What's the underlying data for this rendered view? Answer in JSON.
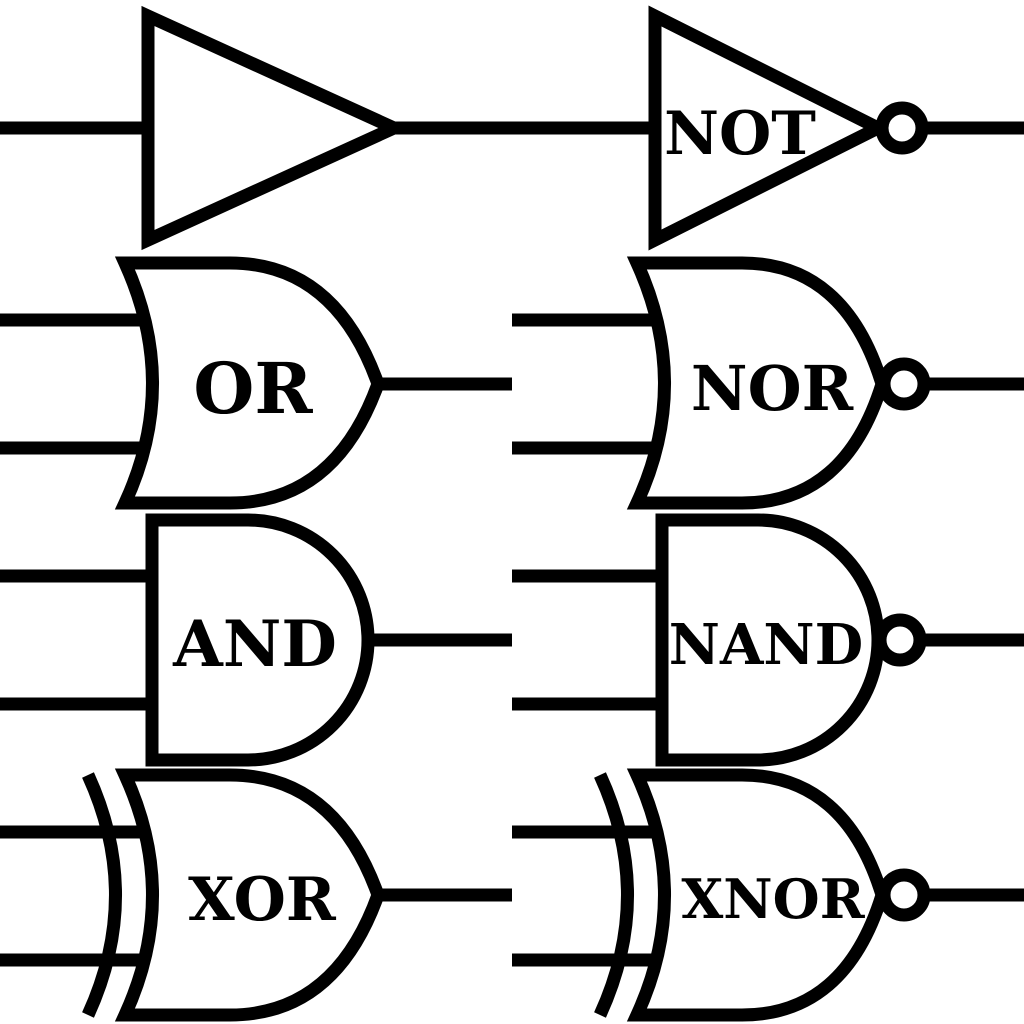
{
  "style": {
    "stroke_color": "#000000",
    "fill_color": "#ffffff",
    "background": "#ffffff"
  },
  "gates": {
    "buffer": {
      "label": ""
    },
    "not": {
      "label": "NOT"
    },
    "or": {
      "label": "OR"
    },
    "nor": {
      "label": "NOR"
    },
    "and": {
      "label": "AND"
    },
    "nand": {
      "label": "NAND"
    },
    "xor": {
      "label": "XOR"
    },
    "xnor": {
      "label": "XNOR"
    }
  }
}
